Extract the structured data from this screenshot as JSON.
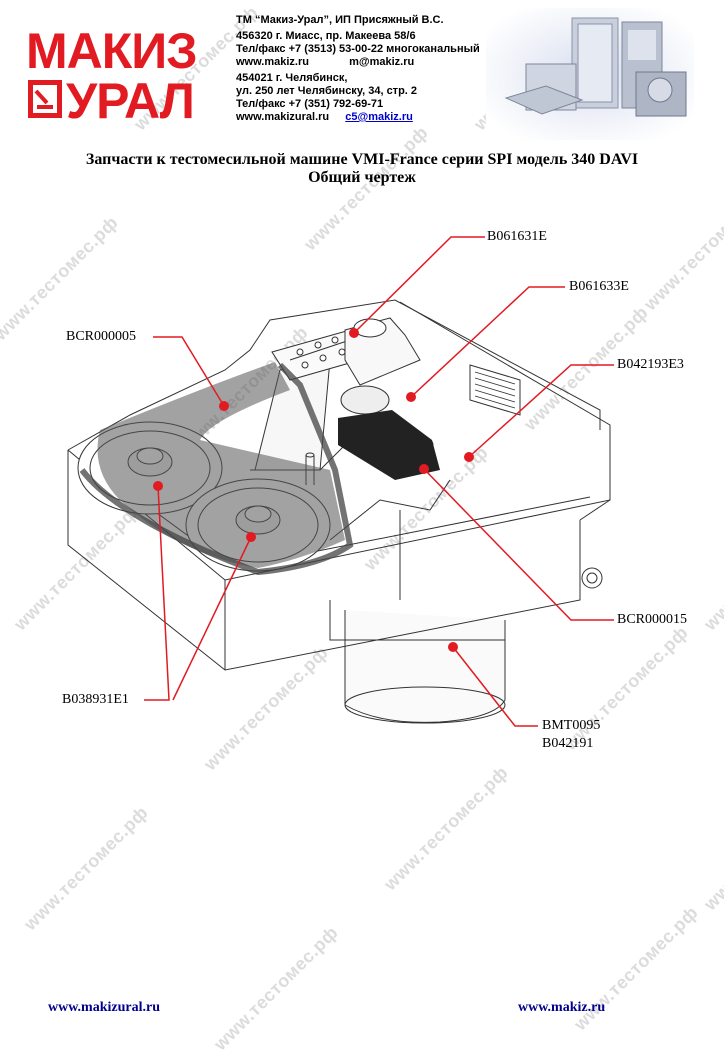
{
  "watermark": "www.тестомес.рф",
  "logo": {
    "line1": "МАКИЗ",
    "line2": "УРАЛ"
  },
  "header": {
    "company": "ТМ “Макиз-Урал”,    ИП Присяжный В.С.",
    "address1": "456320 г. Миасс, пр. Макеева 58/6",
    "phone1": "Тел/факс +7 (3513) 53-00-22 многоканальный",
    "site1": "www.makiz.ru",
    "email1": "m@makiz.ru",
    "address2": "454021 г. Челябинск,",
    "address3": "ул. 250 лет Челябинску, 34, стр. 2",
    "phone2": "Тел/факс +7 (351) 792-69-71",
    "site2": "www.makizural.ru",
    "email2": "c5@makiz.ru"
  },
  "title": {
    "line1": "Запчасти к тестомесильной машине VMI-France серии SPI модель 340 DAVI",
    "line2": "Общий чертеж"
  },
  "parts": {
    "p1": "B061631E",
    "p2": "B061633E",
    "p3": "BCR000005",
    "p4": "B042193E3",
    "p5": "BCR000015",
    "p6": "B038931E1",
    "p7a": "BMT0095",
    "p7b": "B042191"
  },
  "footer": {
    "left": "www.makizural.ru",
    "right": "www.makiz.ru"
  },
  "colors": {
    "brand": "#e21a22",
    "marker": "#e21a22",
    "footer": "#00008b",
    "link": "#0000cc"
  }
}
